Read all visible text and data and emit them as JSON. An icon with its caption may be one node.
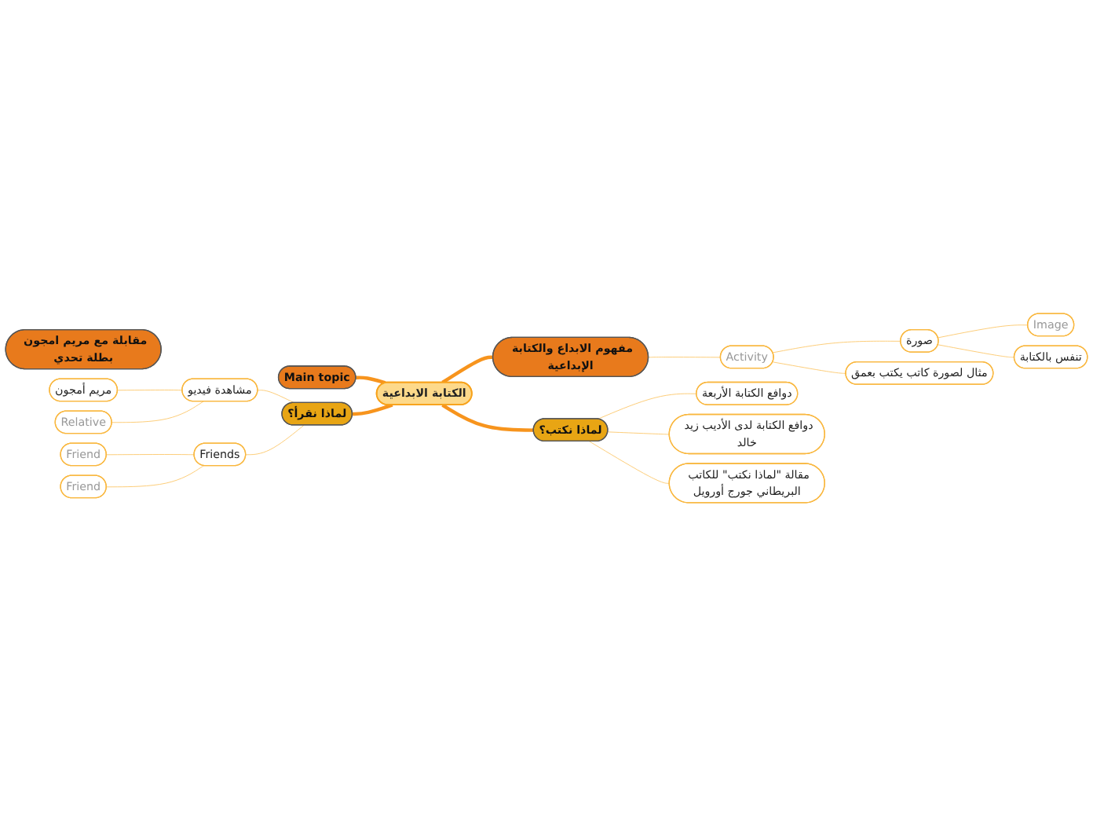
{
  "diagram": {
    "nodes": [
      {
        "text": [
          "Main topic"
        ]
      },
      {
        "text": [
          "مقابلة مع مريم امجون بطلة تحدي"
        ]
      },
      {
        "text": [
          "الكتابة الابداعية"
        ]
      },
      {
        "text": [
          "مفهوم الابداع والكتابة الإبداعية"
        ]
      },
      {
        "text": [
          "Activity"
        ]
      },
      {
        "text": [
          "صورة"
        ]
      },
      {
        "text": [
          "Image"
        ]
      },
      {
        "text": [
          "تنفس بالكتابة"
        ]
      },
      {
        "text": [
          "مثال لصورة كاتب يكتب بعمق"
        ]
      },
      {
        "text": [
          "لماذا نكتب؟"
        ]
      },
      {
        "text": [
          "دوافع الكتابة الأربعة"
        ]
      },
      {
        "text": [
          "دوافع الكتابة لدى الأديب زيد خالد"
        ]
      },
      {
        "text": [
          "مقالة \"لماذا نكتب\" للكاتب البريطاني جورج أورويل"
        ]
      },
      {
        "text": [
          "لماذا نقرأ؟"
        ]
      },
      {
        "text": [
          "مشاهدة فيديو"
        ]
      },
      {
        "text": [
          "مريم أمجون"
        ]
      },
      {
        "text": [
          "Relative"
        ]
      },
      {
        "text": [
          "Friends"
        ]
      },
      {
        "text": [
          "Friend"
        ]
      },
      {
        "text": [
          "Friend"
        ]
      }
    ],
    "edges": [
      {
        "from": 0,
        "to": 2,
        "arrow": "none",
        "style": "thick",
        "color": "#f7941d"
      },
      {
        "from": 2,
        "to": 3,
        "arrow": "none",
        "style": "thick",
        "color": "#f7941d"
      },
      {
        "from": 3,
        "to": 4,
        "arrow": "none"
      },
      {
        "from": 4,
        "to": 5,
        "arrow": "none"
      },
      {
        "from": 5,
        "to": 6,
        "arrow": "none"
      },
      {
        "from": 5,
        "to": 7,
        "arrow": "none"
      },
      {
        "from": 4,
        "to": 8,
        "arrow": "none"
      },
      {
        "from": 2,
        "to": 9,
        "arrow": "none",
        "style": "thick",
        "color": "#f7941d"
      },
      {
        "from": 9,
        "to": 10,
        "arrow": "none"
      },
      {
        "from": 9,
        "to": 11,
        "arrow": "none"
      },
      {
        "from": 9,
        "to": 12,
        "arrow": "none"
      },
      {
        "from": 13,
        "to": 2,
        "arrow": "none",
        "style": "thick",
        "color": "#f7941d"
      },
      {
        "from": 14,
        "to": 13,
        "arrow": "none"
      },
      {
        "from": 15,
        "to": 14,
        "arrow": "none"
      },
      {
        "from": 16,
        "to": 14,
        "arrow": "none"
      },
      {
        "from": 17,
        "to": 13,
        "arrow": "none"
      },
      {
        "from": 18,
        "to": 17,
        "arrow": "none"
      },
      {
        "from": 19,
        "to": 17,
        "arrow": "none"
      }
    ]
  }
}
